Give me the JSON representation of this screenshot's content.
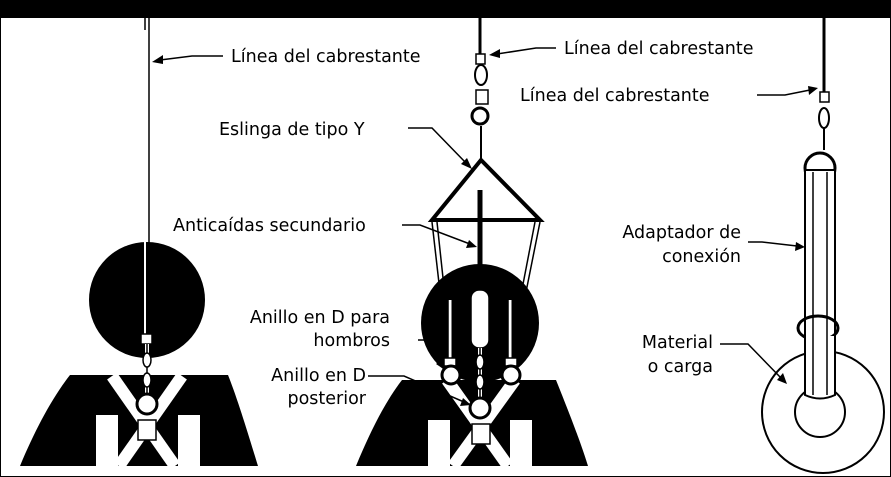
{
  "labels": {
    "winch_line_left": "Línea del cabrestante",
    "winch_line_middle": "Línea del cabrestante",
    "winch_line_right": "Línea del cabrestante",
    "y_sling": "Eslinga de tipo Y",
    "secondary_fall_arrester": "Anticaídas secundario",
    "shoulder_d_ring_line1": "Anillo en D para",
    "shoulder_d_ring_line2": "hombros",
    "back_d_ring_line1": "Anillo en D",
    "back_d_ring_line2": "posterior",
    "connection_adapter_line1": "Adaptador de",
    "connection_adapter_line2": "conexión",
    "material_line1": "Material",
    "material_line2": "o carga"
  },
  "colors": {
    "ink": "#000000",
    "paper": "#ffffff",
    "harness": "#ffffff"
  },
  "icons": [
    "person-silhouette",
    "carabiner-icon",
    "d-ring-icon",
    "load-ring-icon"
  ]
}
